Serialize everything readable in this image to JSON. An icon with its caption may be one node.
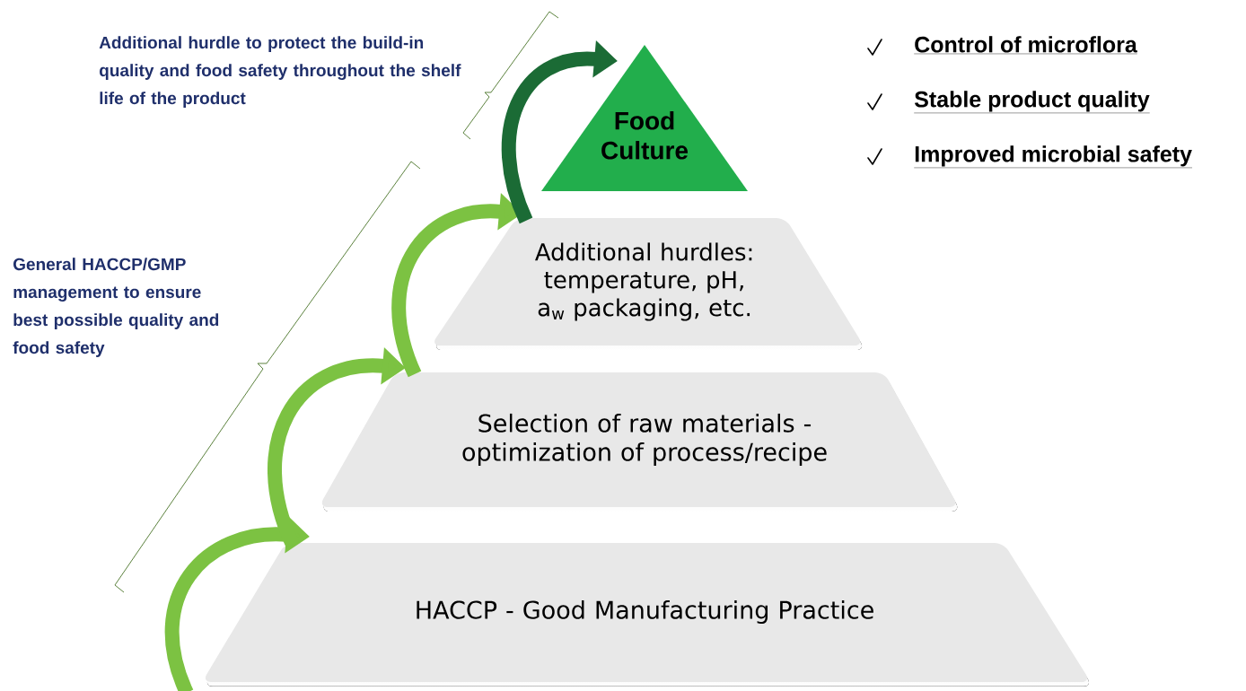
{
  "diagram": {
    "nodes": [
      {
        "text": [
          "Food Culture"
        ]
      },
      {
        "text": [
          "Additional hurdles: temperature, pH, a$_{w}$ packaging, etc."
        ]
      },
      {
        "text": [
          "Selection of raw materials - optimization of process/recipe"
        ]
      },
      {
        "text": [
          "HACCP - Good Manufacturing Practice"
        ]
      }
    ],
    "edges": [
      {
        "from": null,
        "to": 3,
        "arrow": "to"
      },
      {
        "from": 3,
        "to": 2,
        "arrow": "to"
      },
      {
        "from": 2,
        "to": 1,
        "arrow": "to"
      },
      {
        "from": 1,
        "to": 0,
        "arrow": "to",
        "color": "#1b6b35"
      }
    ],
    "labels": [
      "Additional hurdle to protect the build-in quality and food safety throughout the shelf life of the product",
      "General HACCP/GMP management to ensure best possible quality and food safety",
      "Control of microflora",
      "Stable product quality",
      "Improved microbial safety"
    ]
  }
}
